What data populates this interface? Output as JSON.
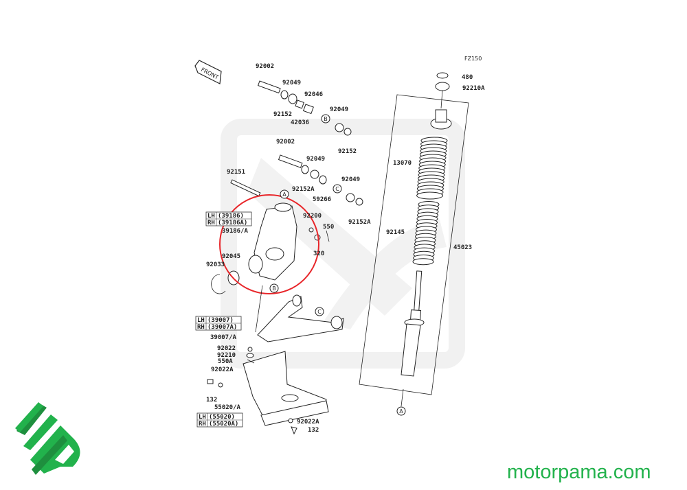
{
  "diagram": {
    "code": "FZ150",
    "front_arrow": "FRONT",
    "labels": [
      "480",
      "92210A",
      "13070",
      "92145",
      "45023",
      "92002",
      "92049",
      "92046",
      "92152",
      "42036",
      "92049",
      "92152",
      "92002",
      "92049",
      "92152A",
      "59266",
      "92049",
      "92152A",
      "92151",
      "39186/A",
      "92200",
      "550",
      "320",
      "92045",
      "92033",
      "39007/A",
      "92022",
      "92210",
      "550A",
      "92022A",
      "132",
      "55020/A",
      "92022A",
      "132"
    ],
    "callouts": [
      "A",
      "B",
      "C",
      "B",
      "C",
      "A"
    ],
    "tables": [
      {
        "rows": [
          [
            "LH",
            "(39186)"
          ],
          [
            "RH",
            "(39186A)"
          ]
        ]
      },
      {
        "rows": [
          [
            "LH",
            "(39007)"
          ],
          [
            "RH",
            "(39007A)"
          ]
        ]
      },
      {
        "rows": [
          [
            "LH",
            "(55020)"
          ],
          [
            "RH",
            "(55020A)"
          ]
        ]
      }
    ],
    "highlight_color": "#e8262a"
  },
  "brand": {
    "site": "motorpama.com",
    "logo": "mp",
    "color": "#22b24c"
  }
}
